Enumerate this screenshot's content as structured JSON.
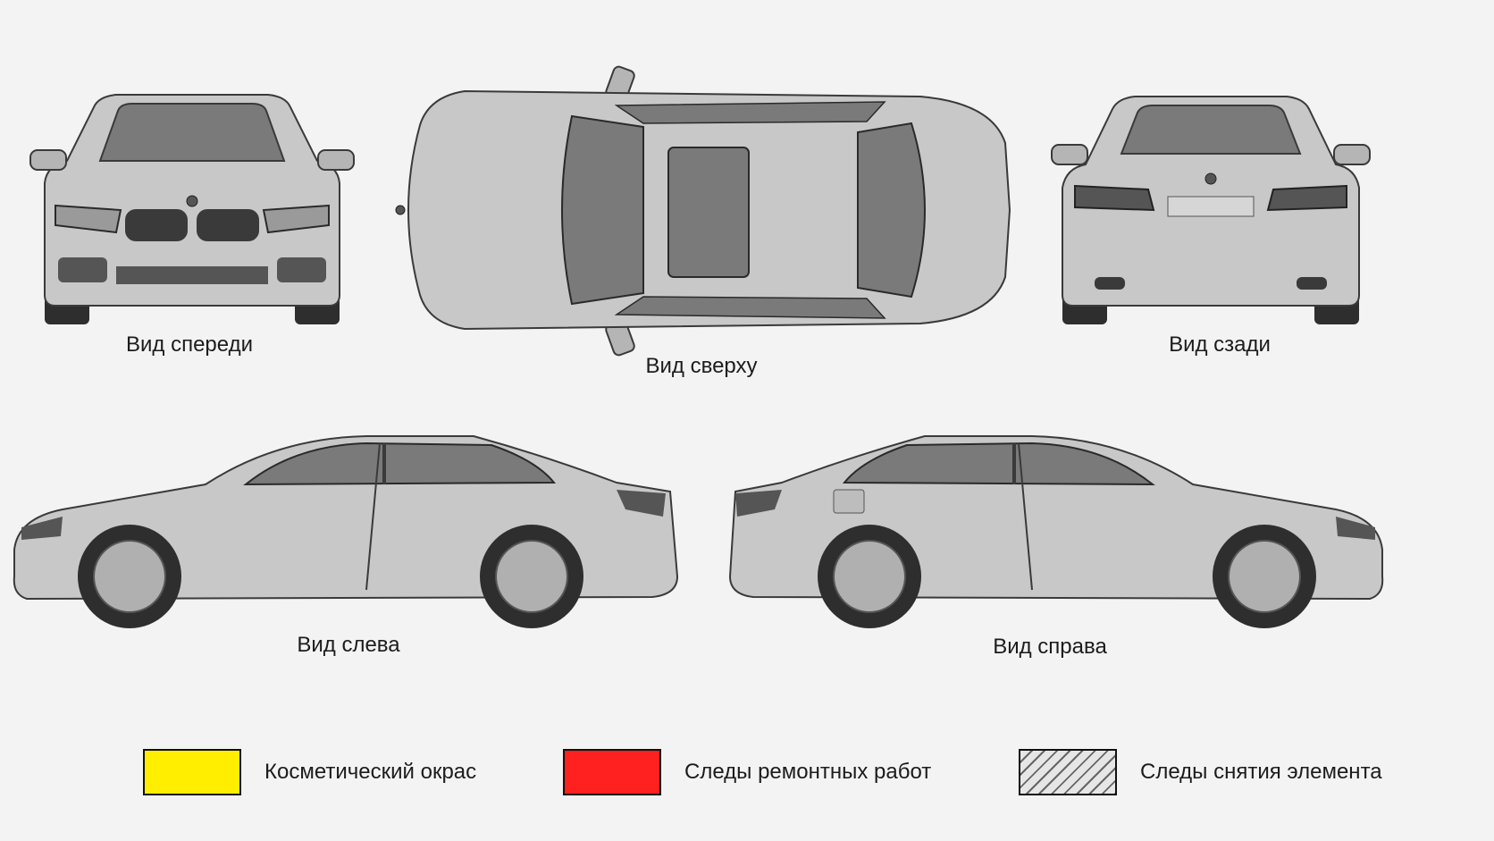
{
  "views": {
    "front": {
      "label": "Вид спереди"
    },
    "top": {
      "label": "Вид сверху"
    },
    "rear": {
      "label": "Вид сзади"
    },
    "left": {
      "label": "Вид слева"
    },
    "right": {
      "label": "Вид справа"
    }
  },
  "legend": [
    {
      "label": "Косметический окрас",
      "color": "#ffee00",
      "pattern": "solid"
    },
    {
      "label": "Следы ремонтных работ",
      "color": "#ff2020",
      "pattern": "solid"
    },
    {
      "label": "Следы снятия элемента",
      "color": "#e6e6e6",
      "pattern": "hatched"
    }
  ],
  "colors": {
    "body": "#c8c8c8",
    "glass": "#7a7a7a",
    "tire": "#2e2e2e",
    "outline": "#3a3a3a"
  }
}
